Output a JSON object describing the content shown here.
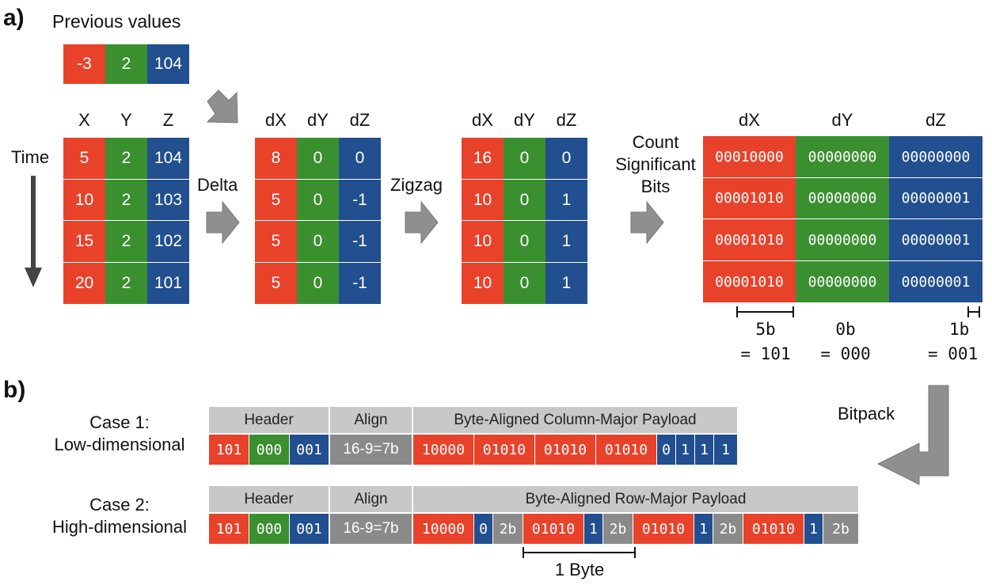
{
  "panel_a": {
    "label": "a)",
    "previous_values": {
      "title": "Previous values",
      "values": [
        "-3",
        "2",
        "104"
      ]
    },
    "time_label": "Time",
    "xyz": {
      "headers": [
        "X",
        "Y",
        "Z"
      ],
      "rows": [
        [
          "5",
          "2",
          "104"
        ],
        [
          "10",
          "2",
          "103"
        ],
        [
          "15",
          "2",
          "102"
        ],
        [
          "20",
          "2",
          "101"
        ]
      ]
    },
    "delta": {
      "step_label": "Delta",
      "headers": [
        "dX",
        "dY",
        "dZ"
      ],
      "rows": [
        [
          "8",
          "0",
          "0"
        ],
        [
          "5",
          "0",
          "-1"
        ],
        [
          "5",
          "0",
          "-1"
        ],
        [
          "5",
          "0",
          "-1"
        ]
      ]
    },
    "zigzag": {
      "step_label": "Zigzag",
      "headers": [
        "dX",
        "dY",
        "dZ"
      ],
      "rows": [
        [
          "16",
          "0",
          "0"
        ],
        [
          "10",
          "0",
          "1"
        ],
        [
          "10",
          "0",
          "1"
        ],
        [
          "10",
          "0",
          "1"
        ]
      ]
    },
    "bits": {
      "step_label_lines": [
        "Count",
        "Significant",
        "Bits"
      ],
      "headers": [
        "dX",
        "dY",
        "dZ"
      ],
      "rows": [
        [
          "00010000",
          "00000000",
          "00000000"
        ],
        [
          "00001010",
          "00000000",
          "00000001"
        ],
        [
          "00001010",
          "00000000",
          "00000001"
        ],
        [
          "00001010",
          "00000000",
          "00000001"
        ]
      ]
    },
    "significant": [
      {
        "bits": "5b",
        "code": "= 101"
      },
      {
        "bits": "0b",
        "code": "= 000"
      },
      {
        "bits": "1b",
        "code": "= 001"
      }
    ]
  },
  "panel_b": {
    "label": "b)",
    "bitpack_label": "Bitpack",
    "case1": {
      "title_lines": [
        "Case 1:",
        "Low-dimensional"
      ],
      "header_labels": [
        "Header",
        "Align",
        "Byte-Aligned Column-Major Payload"
      ],
      "header_codes": [
        "101",
        "000",
        "001"
      ],
      "align": "16-9=7b",
      "payload": [
        "10000",
        "01010",
        "01010",
        "01010",
        "0",
        "1",
        "1",
        "1"
      ]
    },
    "case2": {
      "title_lines": [
        "Case 2:",
        "High-dimensional"
      ],
      "header_labels": [
        "Header",
        "Align",
        "Byte-Aligned Row-Major Payload"
      ],
      "header_codes": [
        "101",
        "000",
        "001"
      ],
      "align": "16-9=7b",
      "payload": [
        "10000",
        "0",
        "2b",
        "01010",
        "1",
        "2b",
        "01010",
        "1",
        "2b",
        "01010",
        "1",
        "2b"
      ],
      "byte_label": "1 Byte"
    }
  },
  "colors": {
    "x": "#e8422b",
    "y": "#3a8f2f",
    "z": "#214f8f",
    "pad": "#8a8a8a",
    "header": "#c8c8c8",
    "arrow": "#8f8f8f"
  }
}
